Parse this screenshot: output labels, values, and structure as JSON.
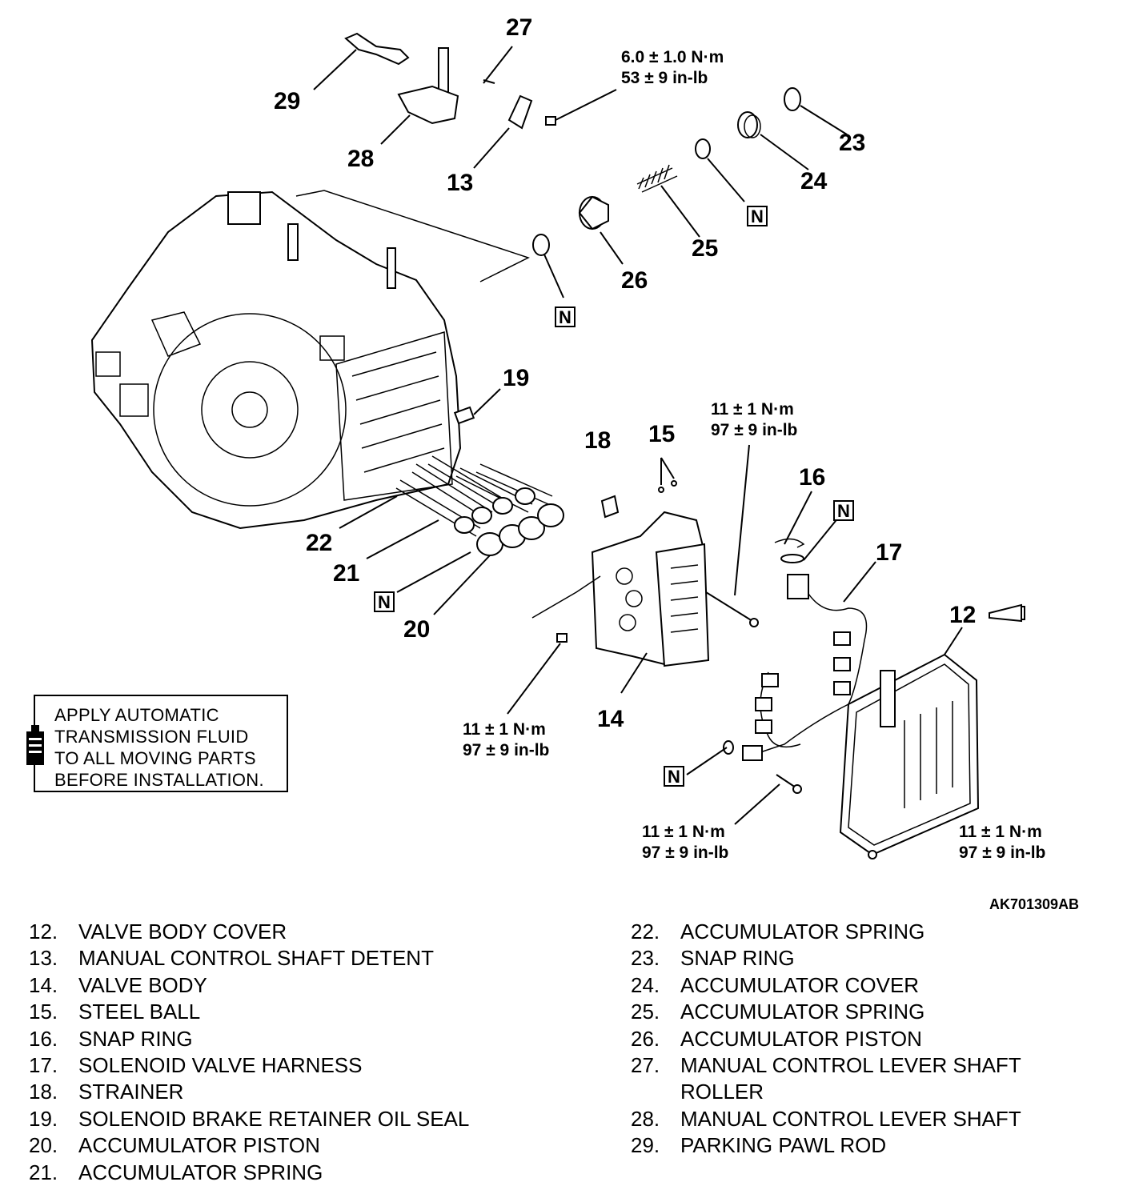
{
  "diagram": {
    "callouts": {
      "c12": "12",
      "c13": "13",
      "c14": "14",
      "c15": "15",
      "c16": "16",
      "c17": "17",
      "c18": "18",
      "c19": "19",
      "c20": "20",
      "c21": "21",
      "c22": "22",
      "c23": "23",
      "c24": "24",
      "c25": "25",
      "c26": "26",
      "c27": "27",
      "c28": "28",
      "c29": "29"
    },
    "n_marker": "N",
    "torque": {
      "t1": {
        "metric": "6.0 ± 1.0 N·m",
        "imperial": "53 ± 9 in-lb"
      },
      "t2": {
        "metric": "11 ± 1 N·m",
        "imperial": "97 ± 9 in-lb"
      },
      "t3": {
        "metric": "11 ± 1 N·m",
        "imperial": "97 ± 9 in-lb"
      },
      "t4": {
        "metric": "11 ± 1 N·m",
        "imperial": "97 ± 9 in-lb"
      },
      "t5": {
        "metric": "11 ± 1 N·m",
        "imperial": "97 ± 9 in-lb"
      }
    },
    "note": "APPLY AUTOMATIC\nTRANSMISSION FLUID\nTO ALL MOVING PARTS\nBEFORE INSTALLATION.",
    "figure_code": "AK701309AB"
  },
  "legend": {
    "left": [
      {
        "num": "12.",
        "name": "VALVE BODY COVER"
      },
      {
        "num": "13.",
        "name": "MANUAL CONTROL SHAFT DETENT"
      },
      {
        "num": "14.",
        "name": "VALVE BODY"
      },
      {
        "num": "15.",
        "name": "STEEL BALL"
      },
      {
        "num": "16.",
        "name": "SNAP RING"
      },
      {
        "num": "17.",
        "name": "SOLENOID VALVE HARNESS"
      },
      {
        "num": "18.",
        "name": "STRAINER"
      },
      {
        "num": "19.",
        "name": "SOLENOID BRAKE RETAINER OIL SEAL"
      },
      {
        "num": "20.",
        "name": "ACCUMULATOR PISTON"
      },
      {
        "num": "21.",
        "name": "ACCUMULATOR SPRING"
      }
    ],
    "right": [
      {
        "num": "22.",
        "name": "ACCUMULATOR SPRING"
      },
      {
        "num": "23.",
        "name": "SNAP RING"
      },
      {
        "num": "24.",
        "name": "ACCUMULATOR COVER"
      },
      {
        "num": "25.",
        "name": "ACCUMULATOR SPRING"
      },
      {
        "num": "26.",
        "name": "ACCUMULATOR PISTON"
      },
      {
        "num": "27.",
        "name": "MANUAL CONTROL LEVER SHAFT\nROLLER"
      },
      {
        "num": "28.",
        "name": "MANUAL CONTROL LEVER SHAFT"
      },
      {
        "num": "29.",
        "name": "PARKING PAWL ROD"
      }
    ]
  }
}
